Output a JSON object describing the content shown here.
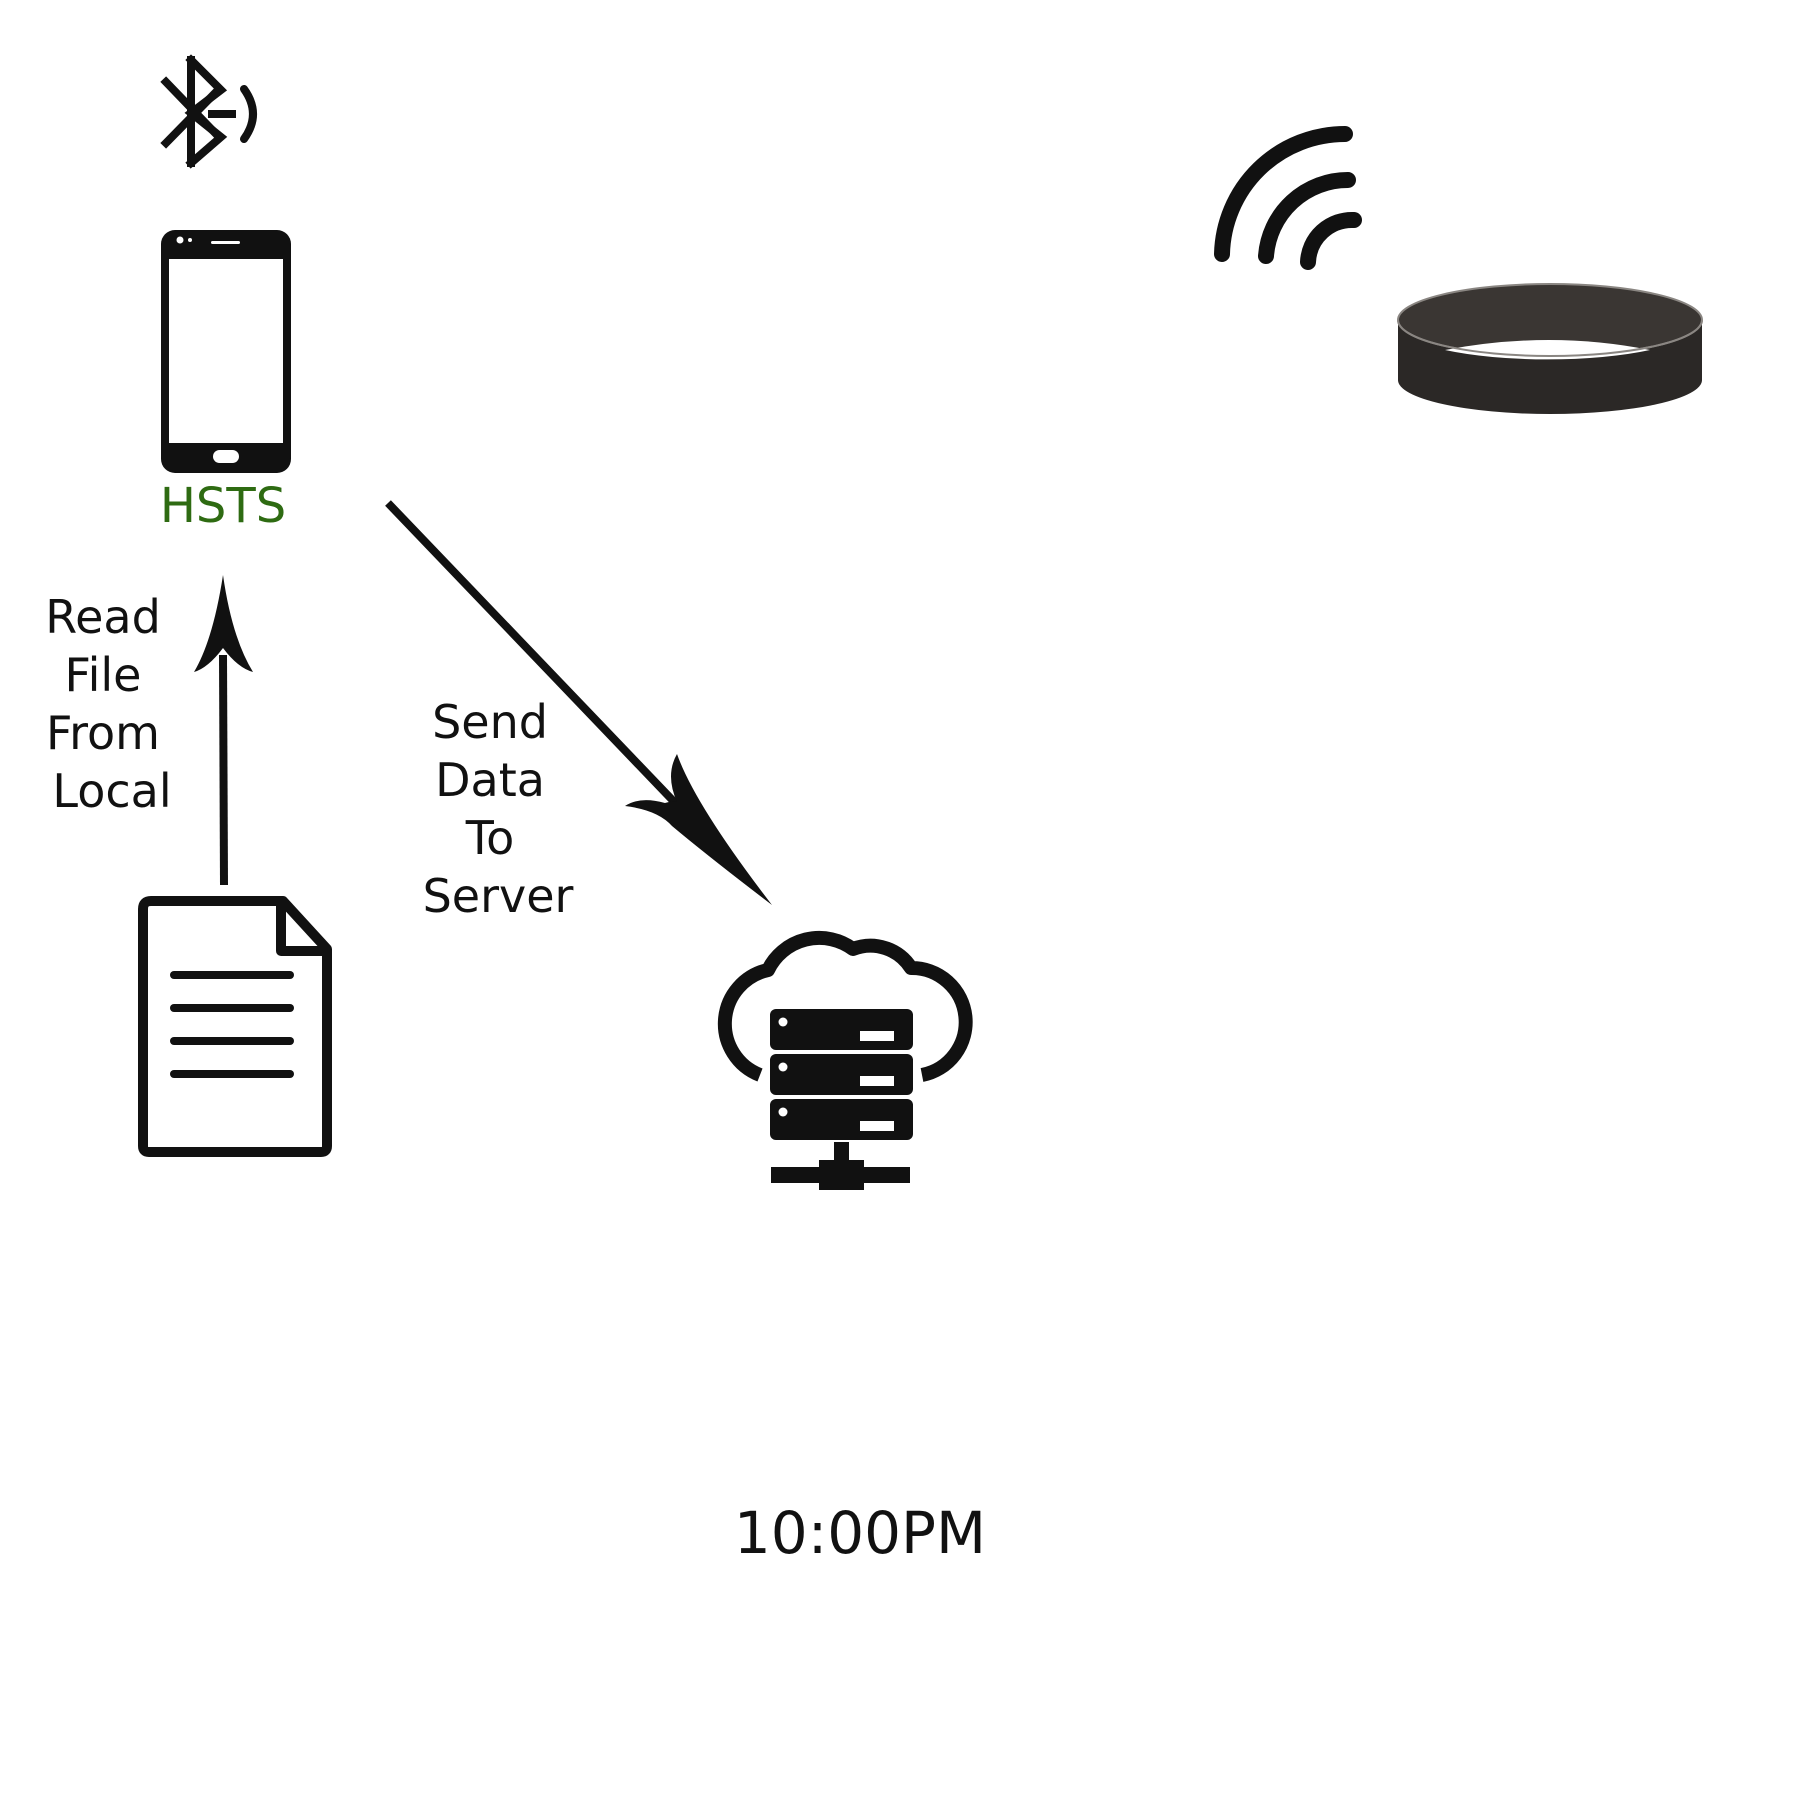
{
  "phone": {
    "app_label": "HSTS",
    "app_label_color": "#2e6b12"
  },
  "read_file_label": {
    "line1": "Read",
    "line2": "File",
    "line3": "From",
    "line4": "Local"
  },
  "send_data_label": {
    "line1": "Send",
    "line2": "Data",
    "line3": "To",
    "line4": "Server"
  },
  "time_label": "10:00PM",
  "icons": {
    "bluetooth": "bluetooth-icon",
    "phone": "smartphone-icon",
    "document": "document-icon",
    "cloud_server": "cloud-server-icon",
    "wireless": "wireless-signal-icon",
    "wristband": "wristband-icon"
  },
  "colors": {
    "ink": "#111111",
    "band_body": "#2b2826",
    "band_top": "#3a3633",
    "band_rim": "#8a8682"
  }
}
